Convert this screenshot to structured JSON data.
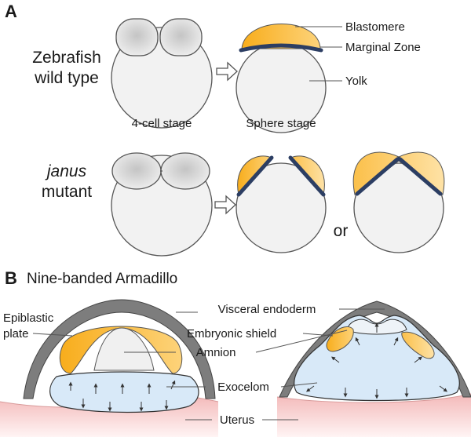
{
  "panel_a": {
    "letter": "A",
    "row1_label_line1": "Zebrafish",
    "row1_label_line2": "wild type",
    "row2_label_italic": "janus",
    "row2_label_line2": "mutant",
    "stage_4cell": "4-cell stage",
    "stage_sphere": "Sphere stage",
    "callout_blastomere": "Blastomere",
    "callout_marginal_zone": "Marginal Zone",
    "callout_yolk": "Yolk",
    "or_text": "or"
  },
  "panel_b": {
    "letter": "B",
    "title": "Nine-banded Armadillo",
    "callout_visceral_endoderm": "Visceral endoderm",
    "callout_epiblastic_line1": "Epiblastic",
    "callout_epiblastic_line2": "plate",
    "callout_embryonic_shield": "Embryonic shield",
    "callout_amnion": "Amnion",
    "callout_exocelom": "Exocelom",
    "callout_uterus": "Uterus"
  },
  "colors": {
    "blastomere_orange": "#fbb731",
    "marginal_navy": "#2c3e63",
    "yolk": "#f0f0f0",
    "cell_gray": "#d9d9d9",
    "exocelom_blue": "#d8e9f8",
    "uterus_pink": "#f6c9c9",
    "endoderm_gray": "#7d7d7d"
  }
}
